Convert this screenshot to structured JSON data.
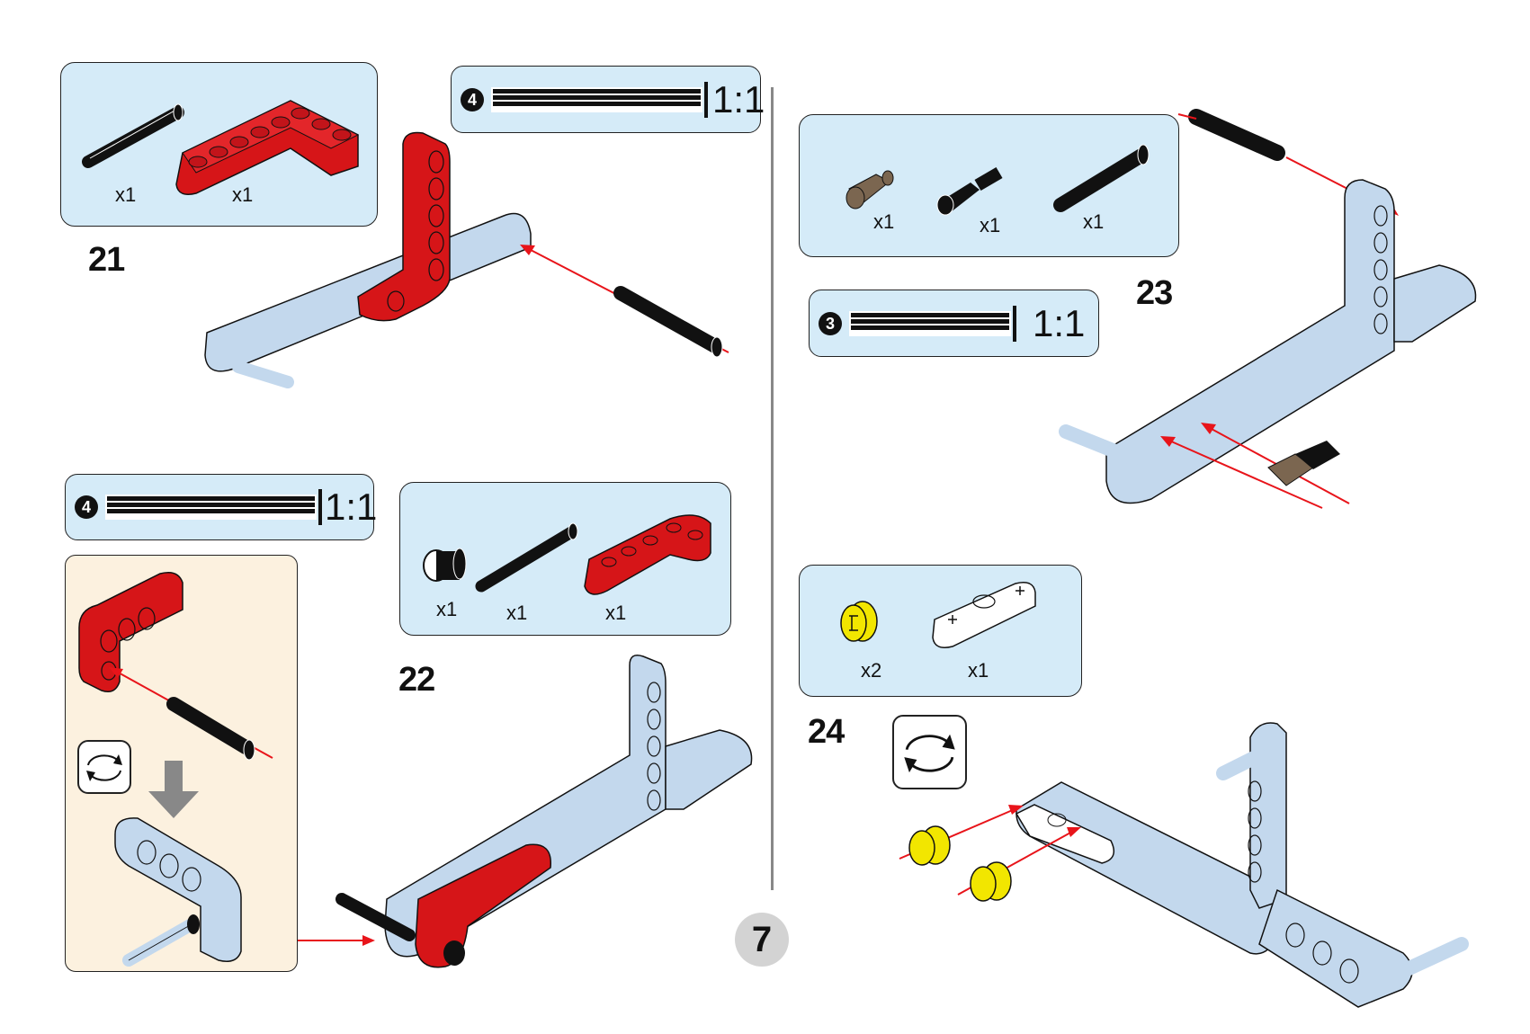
{
  "page_number": "7",
  "colors": {
    "panel_bg": "#d5ebf8",
    "inset_bg": "#fcf1df",
    "red_part": "#d61518",
    "light_part": "#c3d8ed",
    "black_part": "#111111",
    "tan_part": "#7b6650",
    "yellow_part": "#f2e600",
    "arrow": "#e8141a",
    "page_circle": "#d3d3d3"
  },
  "steps": [
    {
      "number": "21",
      "parts": [
        {
          "icon": "long-axle-black",
          "qty": "x1"
        },
        {
          "icon": "red-L-beam",
          "qty": "x1"
        }
      ],
      "ruler": {
        "badge": "4",
        "ratio": "1:1"
      }
    },
    {
      "number": "22",
      "parts": [
        {
          "icon": "bush-black",
          "qty": "x1"
        },
        {
          "icon": "long-axle-black",
          "qty": "x1"
        },
        {
          "icon": "red-L-beam-small",
          "qty": "x1"
        }
      ],
      "ruler": {
        "badge": "4",
        "ratio": "1:1"
      },
      "inset": {
        "icon": "rotate-model-icon"
      }
    },
    {
      "number": "23",
      "parts": [
        {
          "icon": "tan-pin",
          "qty": "x1"
        },
        {
          "icon": "black-axle-pin",
          "qty": "x1"
        },
        {
          "icon": "short-axle-black",
          "qty": "x1"
        }
      ],
      "ruler": {
        "badge": "3",
        "ratio": "1:1"
      }
    },
    {
      "number": "24",
      "parts": [
        {
          "icon": "yellow-half-bush",
          "qty": "x2"
        },
        {
          "icon": "white-thin-liftarm",
          "qty": "x1"
        }
      ],
      "rotate_icon": "rotate-model-icon"
    }
  ]
}
